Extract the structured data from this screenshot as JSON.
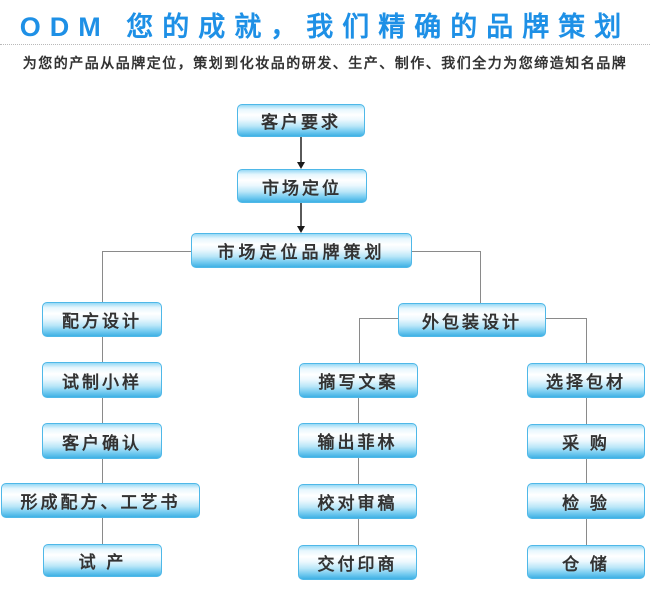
{
  "header": {
    "title": "ODM 您的成就，我们精确的品牌策划",
    "subtitle": "为您的产品从品牌定位，策划到化妆品的研发、生产、制作、我们全力为您缔造知名品牌",
    "title_color": "#1e90e6",
    "subtitle_color": "#333333"
  },
  "flowchart": {
    "node_border_color": "#4fb8e8",
    "node_gradient_top": "#96d9f5",
    "node_gradient_middle": "#ffffff",
    "node_gradient_bottom": "#3fb1e4",
    "node_text_color": "#333333",
    "connector_color": "#8a8a8a",
    "arrow_color": "#1a1a1a",
    "nodes": [
      {
        "id": "customer-requirements",
        "label": "客户要求"
      },
      {
        "id": "market-positioning",
        "label": "市场定位"
      },
      {
        "id": "market-positioning-brand-planning",
        "label": "市场定位品牌策划"
      },
      {
        "id": "formula-design",
        "label": "配方设计"
      },
      {
        "id": "trial-sample",
        "label": "试制小样"
      },
      {
        "id": "customer-confirmation",
        "label": "客户确认"
      },
      {
        "id": "formula-process-book",
        "label": "形成配方、工艺书"
      },
      {
        "id": "trial-production",
        "label": "试 产"
      },
      {
        "id": "outer-packaging-design",
        "label": "外包装设计"
      },
      {
        "id": "copywriting",
        "label": "摘写文案"
      },
      {
        "id": "film-output",
        "label": "输出菲林"
      },
      {
        "id": "proofreading-review",
        "label": "校对审稿"
      },
      {
        "id": "deliver-to-printer",
        "label": "交付印商"
      },
      {
        "id": "select-packaging-material",
        "label": "选择包材"
      },
      {
        "id": "purchasing",
        "label": "采 购"
      },
      {
        "id": "inspection",
        "label": "检 验"
      },
      {
        "id": "warehousing",
        "label": "仓 储"
      }
    ],
    "edges": [
      "客户要求 → 市场定位",
      "市场定位 → 市场定位品牌策划",
      "市场定位品牌策划 → 配方设计",
      "市场定位品牌策划 → 外包装设计",
      "配方设计 → 试制小样",
      "试制小样 → 客户确认",
      "客户确认 → 形成配方、工艺书",
      "形成配方、工艺书 → 试 产",
      "外包装设计 → 摘写文案",
      "外包装设计 → 选择包材",
      "摘写文案 → 输出菲林",
      "输出菲林 → 校对审稿",
      "校对审稿 → 交付印商",
      "选择包材 → 采 购",
      "采 购 → 检 验",
      "检 验 → 仓 储"
    ]
  }
}
